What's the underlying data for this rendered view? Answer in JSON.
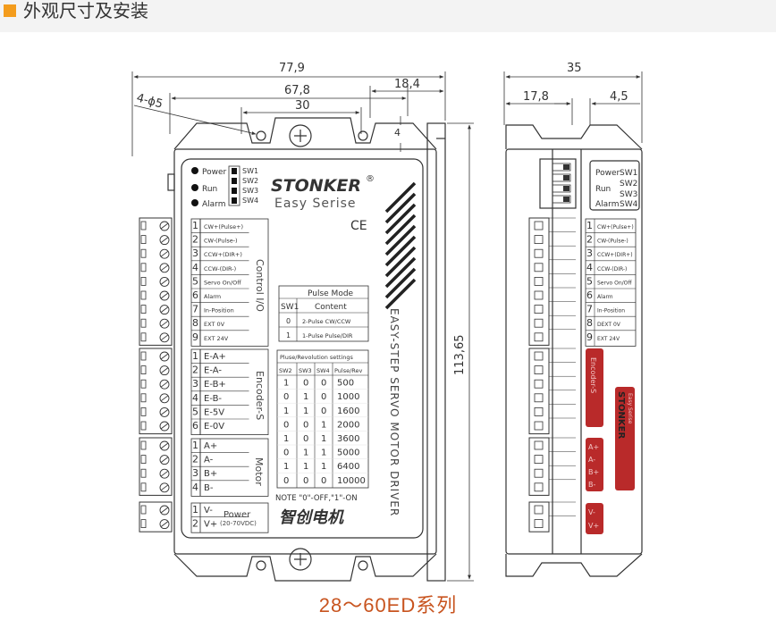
{
  "header": {
    "title": "外观尺寸及安装"
  },
  "footer": {
    "series": "28～60ED系列"
  },
  "dims": {
    "overall_width": "77,9",
    "hole_width": "67,8",
    "slot_width": "30",
    "ear": "18,4",
    "holes": "4-ϕ5",
    "ear_h": "4",
    "height": "113,65",
    "side_width": "35",
    "side_a": "17,8",
    "side_b": "4,5"
  },
  "brand": {
    "name": "STONKER",
    "reg": "®",
    "sub": "Easy Serise",
    "ce": "CE",
    "cn": "智创电机"
  },
  "leds": [
    {
      "label": "Power"
    },
    {
      "label": "Run"
    },
    {
      "label": "Alarm"
    }
  ],
  "sw_labels": [
    "SW1",
    "SW2",
    "SW3",
    "SW4"
  ],
  "side_panel": {
    "power": "Power",
    "run": "Run",
    "alarm": "Alarm",
    "sw": [
      "SW1",
      "SW2",
      "SW3",
      "SW4"
    ]
  },
  "control": {
    "title": "Control I/O",
    "pins": [
      {
        "n": "1",
        "label": "CW+(Pulse+)"
      },
      {
        "n": "2",
        "label": "CW-(Pulse-)"
      },
      {
        "n": "3",
        "label": "CCW+(DIR+)"
      },
      {
        "n": "4",
        "label": "CCW-(DIR-)"
      },
      {
        "n": "5",
        "label": "Servo On/Off"
      },
      {
        "n": "6",
        "label": "Alarm"
      },
      {
        "n": "7",
        "label": "In-Position"
      },
      {
        "n": "8",
        "label": "EXT 0V"
      },
      {
        "n": "9",
        "label": "EXT 24V"
      }
    ]
  },
  "side_control": [
    {
      "n": "1",
      "label": "CW+(Pulse+)"
    },
    {
      "n": "2",
      "label": "CW-(Pulse-)"
    },
    {
      "n": "3",
      "label": "CCW+(DIR+)"
    },
    {
      "n": "4",
      "label": "CCW-(DIR-)"
    },
    {
      "n": "5",
      "label": "Servo On/Off"
    },
    {
      "n": "6",
      "label": "Alarm"
    },
    {
      "n": "7",
      "label": "In-Position"
    },
    {
      "n": "8",
      "label": "DEXT 0V"
    },
    {
      "n": "9",
      "label": "EXT 24V"
    }
  ],
  "encoder": {
    "title": "Encoder-S",
    "pins": [
      {
        "n": "1",
        "label": "E-A+"
      },
      {
        "n": "2",
        "label": "E-A-"
      },
      {
        "n": "3",
        "label": "E-B+"
      },
      {
        "n": "4",
        "label": "E-B-"
      },
      {
        "n": "5",
        "label": "E-5V"
      },
      {
        "n": "6",
        "label": "E-0V"
      }
    ]
  },
  "motor": {
    "title": "Motor",
    "pins": [
      {
        "n": "1",
        "label": "A+"
      },
      {
        "n": "2",
        "label": "A-"
      },
      {
        "n": "3",
        "label": "B+"
      },
      {
        "n": "4",
        "label": "B-"
      }
    ]
  },
  "power": {
    "title": "Power",
    "range": "(20-70VDC)",
    "pins": [
      {
        "n": "1",
        "label": "V-"
      },
      {
        "n": "2",
        "label": "V+"
      }
    ]
  },
  "pulse_mode": {
    "title": "Pulse Mode",
    "headers": [
      "SW1",
      "Content"
    ],
    "rows": [
      [
        "0",
        "2-Pulse CW/CCW"
      ],
      [
        "1",
        "1-Pulse  Pulse/DIR"
      ]
    ]
  },
  "pulse_rev": {
    "title": "Pluse/Revolution settings",
    "headers": [
      "SW2",
      "SW3",
      "SW4",
      "Pulse/Rev"
    ],
    "rows": [
      [
        "1",
        "0",
        "0",
        "500"
      ],
      [
        "0",
        "1",
        "0",
        "1000"
      ],
      [
        "1",
        "1",
        "0",
        "1600"
      ],
      [
        "0",
        "0",
        "1",
        "2000"
      ],
      [
        "1",
        "0",
        "1",
        "3600"
      ],
      [
        "0",
        "1",
        "1",
        "5000"
      ],
      [
        "1",
        "1",
        "1",
        "6400"
      ],
      [
        "0",
        "0",
        "0",
        "10000"
      ]
    ],
    "note": "NOTE \"0\"-OFF,\"1\"-ON"
  },
  "vertical_text": "EASY-STEP SERVO MOTOR DRIVER",
  "side_labels": {
    "encoder": "Encoder-S",
    "brand": "STONKER",
    "brand_sub": "Easy Serise",
    "motor": [
      "A+",
      "A-",
      "B+",
      "B-"
    ],
    "power": [
      "V-",
      "V+"
    ]
  }
}
